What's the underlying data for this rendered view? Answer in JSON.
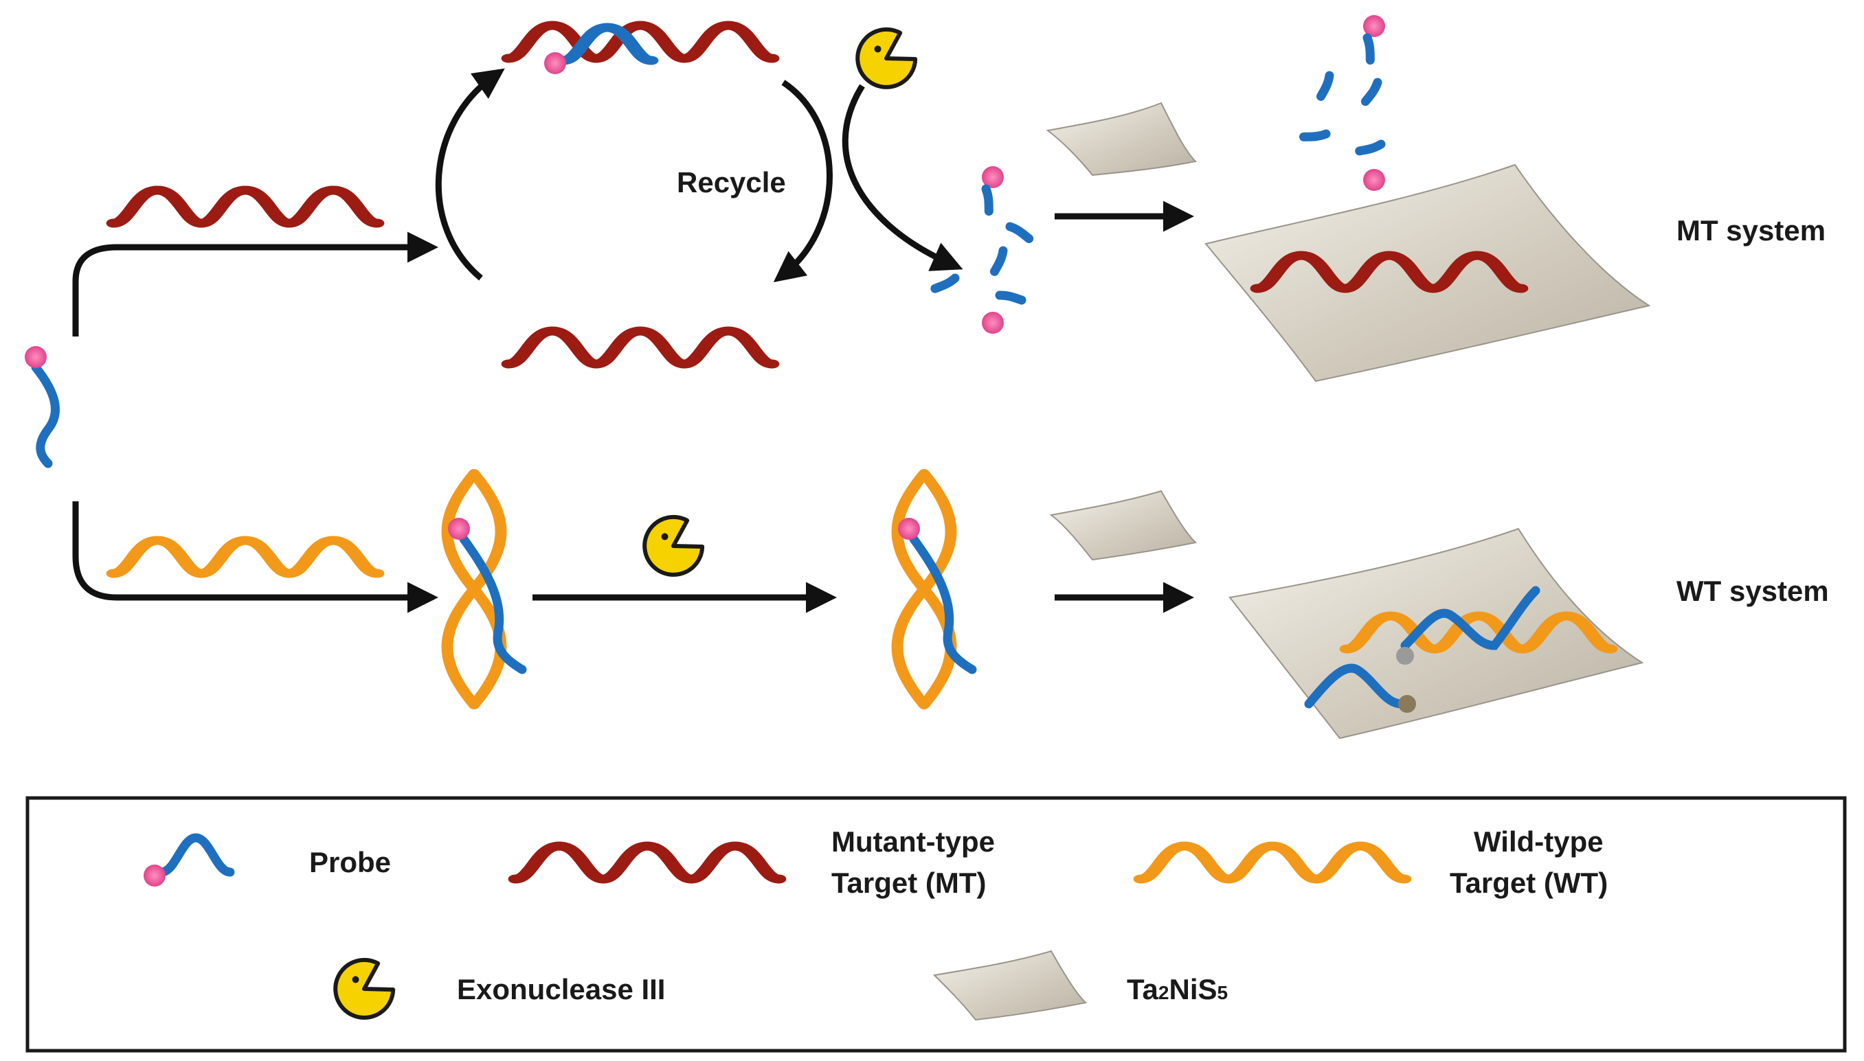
{
  "labels": {
    "recycle": "Recycle",
    "mt_system": "MT system",
    "wt_system": "WT system"
  },
  "legend": {
    "probe": "Probe",
    "mutant_line1": "Mutant-type",
    "mutant_line2": "Target (MT)",
    "wild_line1": "Wild-type",
    "wild_line2": "Target (WT)",
    "exonuclease": "Exonuclease III",
    "material_main": "Ta",
    "material_sub1": "2",
    "material_mid": "NiS",
    "material_sub2": "5"
  },
  "colors": {
    "mutant_target": "#9c1b12",
    "wild_target": "#f2991a",
    "probe": "#1f6fbf",
    "fluorophore": "#e8559a",
    "exonuclease": "#f5d200",
    "sheet": "#d8d2c6",
    "arrow": "#111111"
  }
}
